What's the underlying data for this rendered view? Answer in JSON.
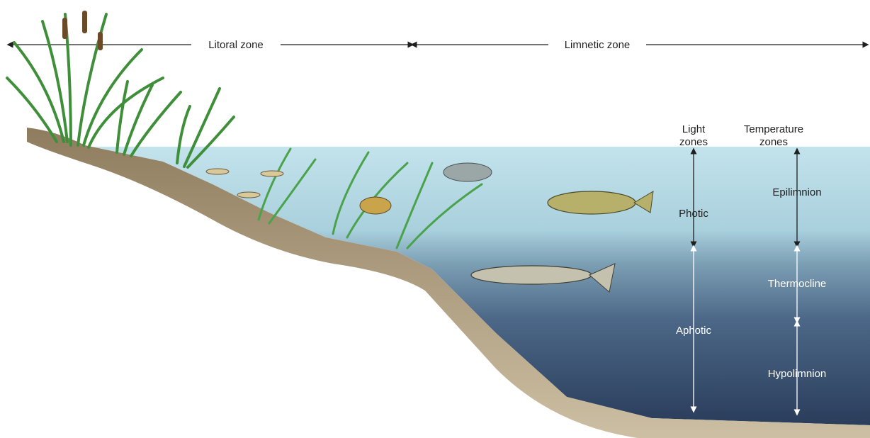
{
  "zones": {
    "litoral_label": "Litoral zone",
    "limnetic_label": "Limnetic zone"
  },
  "light_zones": {
    "header_line1": "Light",
    "header_line2": "zones",
    "photic_label": "Photic",
    "aphotic_label": "Aphotic"
  },
  "temperature_zones": {
    "header_line1": "Temperature",
    "header_line2": "zones",
    "epilimnion_label": "Epilimnion",
    "thermocline_label": "Thermocline",
    "hypolimnion_label": "Hypolimnion"
  },
  "colors": {
    "water_top": "#bfe0ea",
    "water_mid": "#7faabb",
    "water_deep": "#3f5a78",
    "water_bottom": "#2b3f5c",
    "sediment": "#c8b89a",
    "plant_green": "#3f8f3a"
  }
}
